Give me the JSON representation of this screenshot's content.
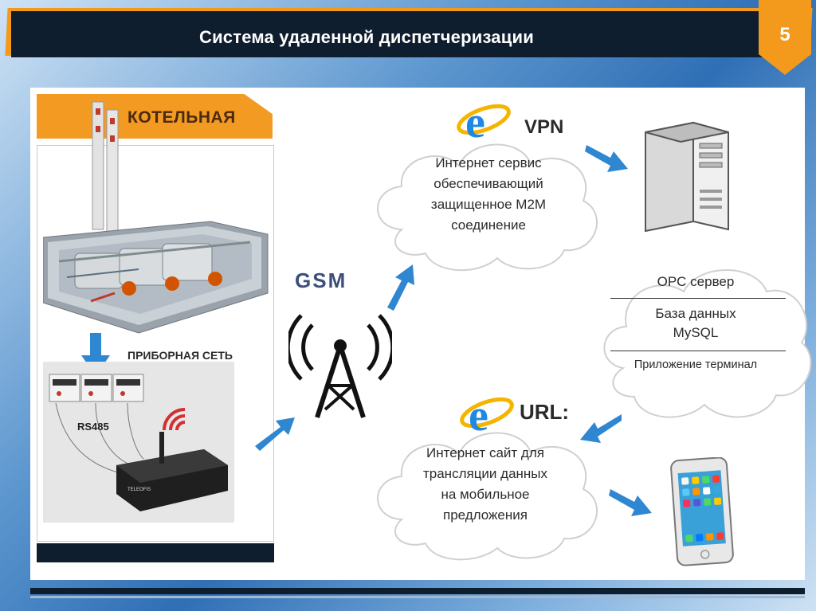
{
  "header": {
    "title": "Система удаленной диспетчеризации",
    "slide_number": "5"
  },
  "left": {
    "boiler_title": "КОТЕЛЬНАЯ",
    "sensor_network_label": "ПРИБОРНАЯ СЕТЬ",
    "bus_label": "RS485"
  },
  "vpn": {
    "label": "VPN",
    "cloud_text": [
      "Интернет сервис",
      "обеспечивающий",
      "защищенное М2М",
      "соединение"
    ]
  },
  "gsm": {
    "label": "GSM"
  },
  "server_cloud": {
    "items": [
      "OPC сервер",
      "База данных",
      "MySQL",
      "Приложение терминал"
    ]
  },
  "url": {
    "label": "URL:",
    "cloud_text": [
      "Интернет сайт для",
      "трансляции данных",
      "на мобильное",
      "предложения"
    ]
  },
  "colors": {
    "header_bg": "#0f1e2e",
    "accent_orange": "#f39a1c",
    "arrow_blue": "#2f86d1",
    "panel_bg": "#ffffff"
  },
  "icons": [
    "internet-explorer-icon",
    "server-tower-icon",
    "cell-tower-icon",
    "smartphone-icon",
    "wifi-signal-icon",
    "gsm-modem-icon",
    "boiler-house-icon"
  ]
}
